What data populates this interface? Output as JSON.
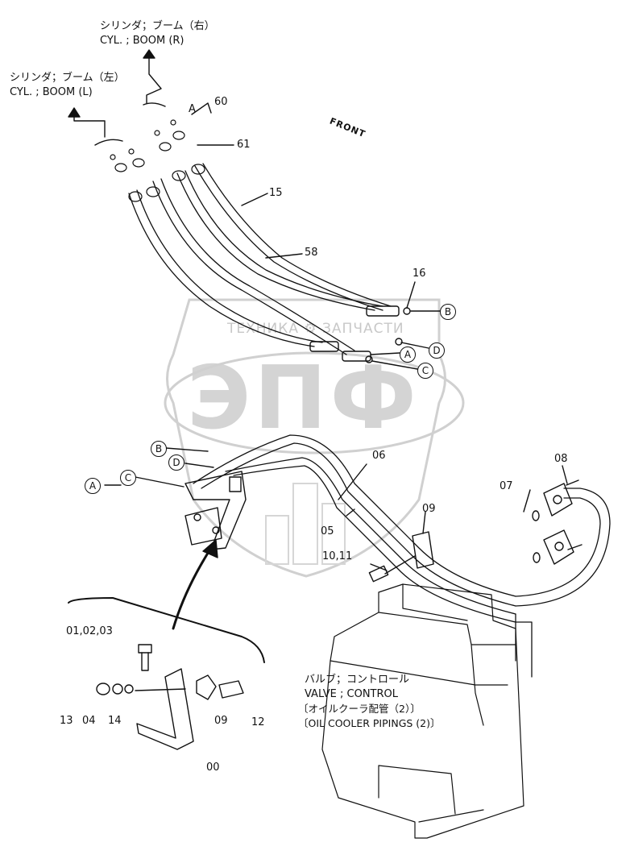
{
  "labels": {
    "boom_right_jp": "シリンダ；ブーム（右）",
    "boom_right_en": "CYL. ; BOOM (R)",
    "boom_left_jp": "シリンダ；ブーム（左）",
    "boom_left_en": "CYL. ; BOOM (L)",
    "front": "FRONT",
    "valve_jp": "バルブ；コントロール",
    "valve_en": "VALVE ; CONTROL",
    "cooler_jp": "〔オイルクーラ配管（2）〕",
    "cooler_en": "〔OIL COOLER PIPINGS (2)〕"
  },
  "part_numbers": {
    "p60": "60",
    "p61": "61",
    "p15": "15",
    "p58": "58",
    "p16": "16",
    "p06": "06",
    "p05": "05",
    "p09a": "09",
    "p10_11": "10,11",
    "p07": "07",
    "p08": "08",
    "p01_02_03": "01,02,03",
    "p13": "13",
    "p04": "04",
    "p14": "14",
    "p09b": "09",
    "p12": "12",
    "p00": "00"
  },
  "connection_tags": {
    "a_top": "A",
    "b_right": "B",
    "d_right": "D",
    "a_right": "A",
    "c_right": "C",
    "b_left": "B",
    "d_left": "D",
    "c_left": "C",
    "a_left": "A"
  },
  "watermark": {
    "logo": "ЭПФ",
    "text": "ТЕХНИКА  ⚙  ЗАПЧАСТИ"
  }
}
